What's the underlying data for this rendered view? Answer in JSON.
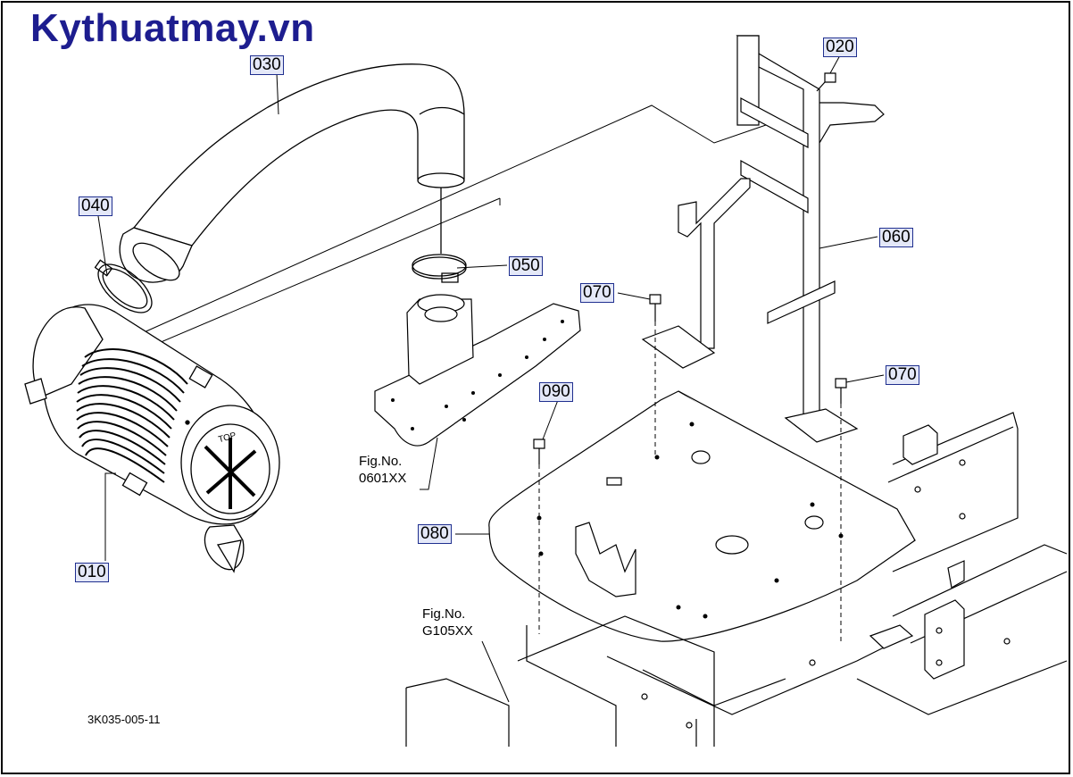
{
  "brand": {
    "text": "Kythuatmay.vn",
    "color": "#1d1d8f"
  },
  "diagram_code": "3K035-005-11",
  "parts": [
    {
      "id": "010",
      "label": "010"
    },
    {
      "id": "020",
      "label": "020"
    },
    {
      "id": "030",
      "label": "030"
    },
    {
      "id": "040",
      "label": "040"
    },
    {
      "id": "050",
      "label": "050"
    },
    {
      "id": "060",
      "label": "060"
    },
    {
      "id": "070a",
      "label": "070"
    },
    {
      "id": "070b",
      "label": "070"
    },
    {
      "id": "080",
      "label": "080"
    },
    {
      "id": "090",
      "label": "090"
    }
  ],
  "fig_refs": [
    {
      "line1": "Fig.No.",
      "line2": "0601XX"
    },
    {
      "line1": "Fig.No.",
      "line2": "G105XX"
    }
  ],
  "filter_cap_text": "TOP",
  "callout_style": {
    "fill": "#e4e8f8",
    "border": "#1f2f8f"
  }
}
